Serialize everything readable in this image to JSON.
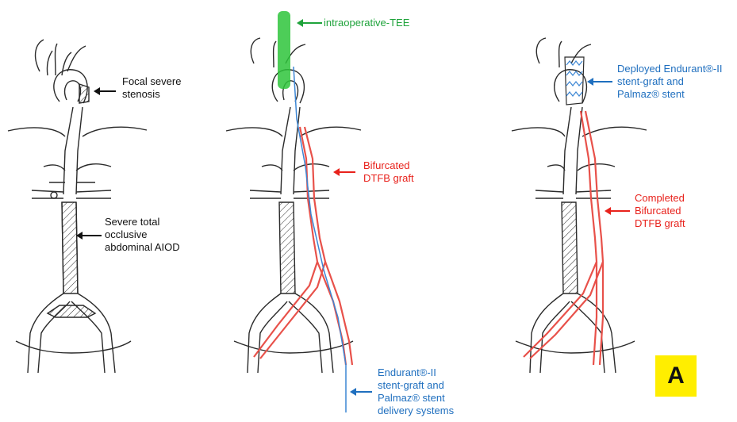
{
  "colors": {
    "black_label": "#111111",
    "red_label": "#e8221c",
    "blue_label": "#1f6fbf",
    "green_label": "#1fa33b",
    "badge_bg": "#ffee00",
    "graft_red": "#e8514a",
    "sketch": "#2a2a2a"
  },
  "panel1": {
    "stenosis_label": "Focal severe\nstenosis",
    "aiod_label": "Severe total\nocclusive\nabdominal AIOD"
  },
  "panel2": {
    "tee_label": "intraoperative-TEE",
    "graft_label": "Bifurcated\nDTFB graft",
    "delivery_label": "Endurant®-II\nstent-graft and\nPalmaz® stent\ndelivery systems"
  },
  "panel3": {
    "deployed_label": "Deployed Endurant®-II\nstent-graft and\nPalmaz® stent",
    "completed_label": "Completed\nBifurcated\nDTFB graft"
  },
  "badge": {
    "text": "A"
  }
}
